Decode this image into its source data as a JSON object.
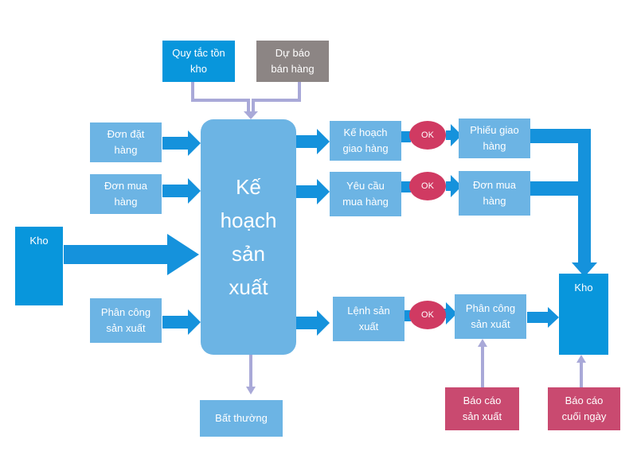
{
  "center": {
    "label": "Kế\nhoạch\nsản\nxuất"
  },
  "inputs": {
    "inventory_rules": "Quy tắc tồn\nkho",
    "sales_forecast": "Dự báo\nbán hàng",
    "sales_order": "Đơn đặt\nhàng",
    "purchase_order": "Đơn mua\nhàng",
    "warehouse_left": "Kho",
    "production_assignment": "Phân công\nsản xuất"
  },
  "outputs": {
    "delivery_plan": "Kế hoạch\ngiao hàng",
    "purchase_request": "Yêu cầu\nmua hàng",
    "production_order": "Lệnh sản\nxuất",
    "anomaly": "Bất thường"
  },
  "approval": {
    "ok_label": "OK"
  },
  "results": {
    "delivery_note": "Phiếu giao\nhàng",
    "purchase_order": "Đơn mua\nhàng",
    "production_assignment": "Phân công\nsản xuất",
    "warehouse_right": "Kho"
  },
  "reports": {
    "production_report": "Báo cáo\nsản xuất",
    "end_of_day_report": "Báo cáo\ncuối ngày"
  },
  "colors": {
    "light_blue": "#6cb4e4",
    "dark_blue": "#0896dc",
    "arrow_blue": "#1592dc",
    "gray": "#8c8584",
    "pink": "#c94a70",
    "ok_red": "#d03a62",
    "connector_lavender": "#a9a9d8"
  }
}
